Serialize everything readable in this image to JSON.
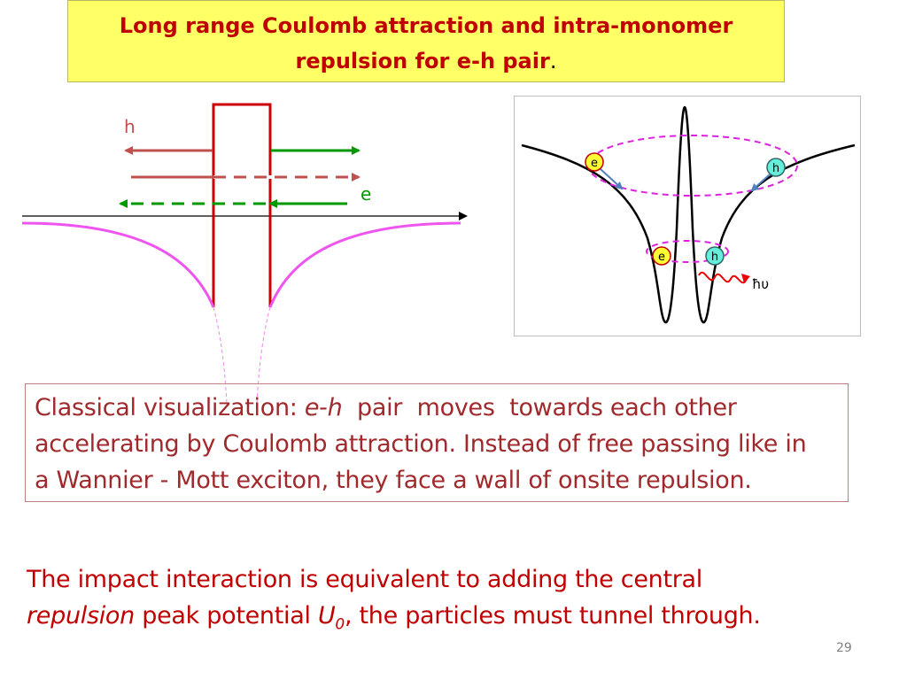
{
  "title": {
    "line1": "Long range Coulomb attraction and intra-monomer",
    "line2": "repulsion for e-h pair",
    "line2_end": "."
  },
  "left_diagram": {
    "label_h": "h",
    "label_e": "e"
  },
  "right_diagram": {
    "outer_e": "e",
    "outer_h": "h",
    "inner_e": "e",
    "inner_h": "h",
    "photon_label": "ħυ"
  },
  "classical": {
    "line1_pre": "Classical visualization: ",
    "line1_em1": "e",
    "line1_dash": "-",
    "line1_em2": "h",
    "line1_post": "  pair  moves  towards each other",
    "line2": "accelerating by Coulomb attraction. Instead of free passing like in",
    "line3": "a Wannier - Mott exciton, they face a wall of onsite repulsion."
  },
  "bottom": {
    "line1": "The impact interaction is equivalent to adding the central",
    "line2_em": "repulsion",
    "line2_mid": " peak potential ",
    "line2_sym": "U",
    "line2_sub": "0",
    "line2_end": ", the particles must tunnel through."
  },
  "page_number": "29",
  "colors": {
    "title_bg": "#ffff66",
    "title_text": "#c00000",
    "hole_arrow": "#c0504d",
    "electron_arrow": "#009900",
    "barrier": "#cc0000",
    "potential": "#ee55ee",
    "text_red": "#a0292c"
  }
}
